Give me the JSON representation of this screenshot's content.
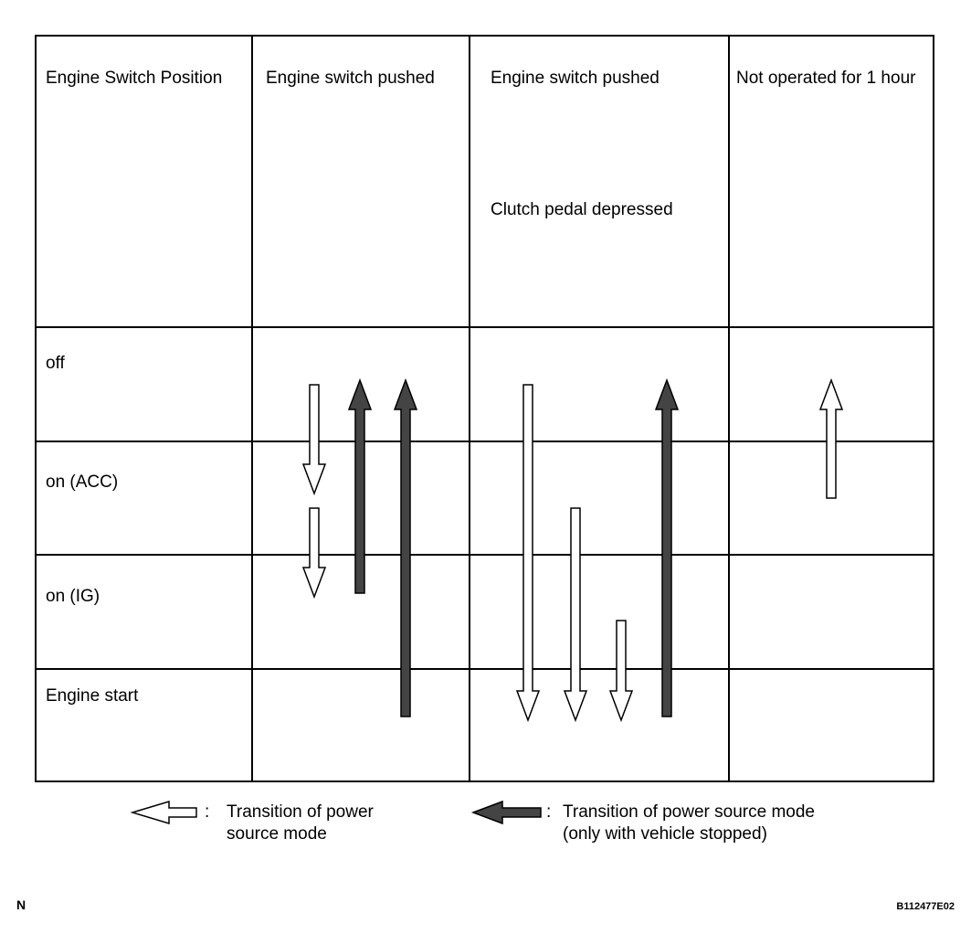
{
  "table": {
    "header": {
      "row_label": "Engine Switch Position",
      "col1": "Engine switch pushed",
      "col2_line1": "Engine switch pushed",
      "col2_line2": "Clutch pedal depressed",
      "col3": "Not operated for 1 hour"
    },
    "rows": [
      "off",
      "on (ACC)",
      "on (IG)",
      "Engine start"
    ]
  },
  "legend": {
    "white": {
      "colon": ":",
      "line1": "Transition of power",
      "line2": "source mode"
    },
    "dark": {
      "colon": ":",
      "line1": "Transition of power source mode",
      "line2": "(only with vehicle stopped)"
    }
  },
  "footer": {
    "left": "N",
    "right": "B112477E02"
  },
  "colors": {
    "line": "#000000",
    "dark_arrow": "#444444",
    "white_arrow": "#ffffff"
  },
  "transitions": [
    {
      "column": 1,
      "kind": "white",
      "from": "off",
      "to": "on (ACC)"
    },
    {
      "column": 1,
      "kind": "white",
      "from": "on (ACC)",
      "to": "on (IG)"
    },
    {
      "column": 1,
      "kind": "dark",
      "from": "on (IG)",
      "to": "off"
    },
    {
      "column": 1,
      "kind": "dark",
      "from": "Engine start",
      "to": "off"
    },
    {
      "column": 2,
      "kind": "white",
      "from": "off",
      "to": "Engine start"
    },
    {
      "column": 2,
      "kind": "white",
      "from": "on (ACC)",
      "to": "Engine start"
    },
    {
      "column": 2,
      "kind": "white",
      "from": "on (IG)",
      "to": "Engine start"
    },
    {
      "column": 2,
      "kind": "dark",
      "from": "Engine start",
      "to": "off"
    },
    {
      "column": 3,
      "kind": "white",
      "from": "on (ACC)",
      "to": "off"
    }
  ]
}
